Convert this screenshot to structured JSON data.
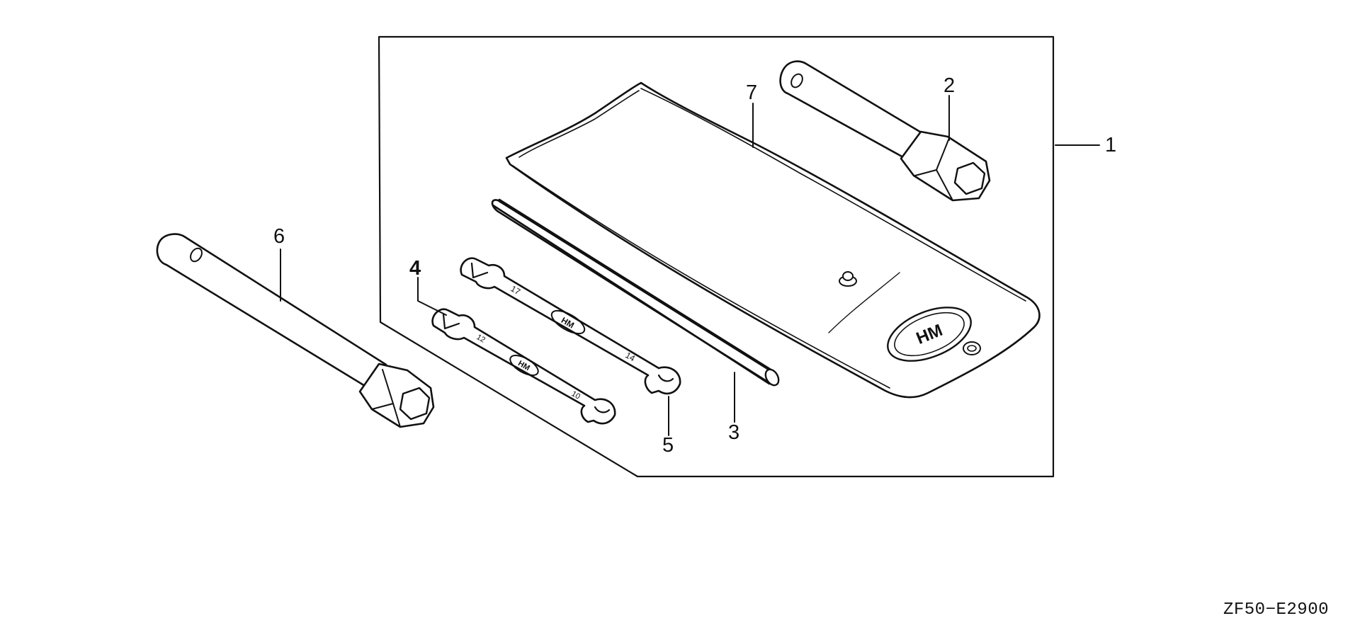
{
  "diagram": {
    "callouts": [
      "1",
      "2",
      "3",
      "4",
      "5",
      "6",
      "7"
    ],
    "wrench_markings": {
      "small_wrench_end_a": "12",
      "small_wrench_end_b": "10",
      "large_wrench_end_a": "17",
      "large_wrench_end_b": "14"
    },
    "reference_code": "ZF50−E2900"
  }
}
